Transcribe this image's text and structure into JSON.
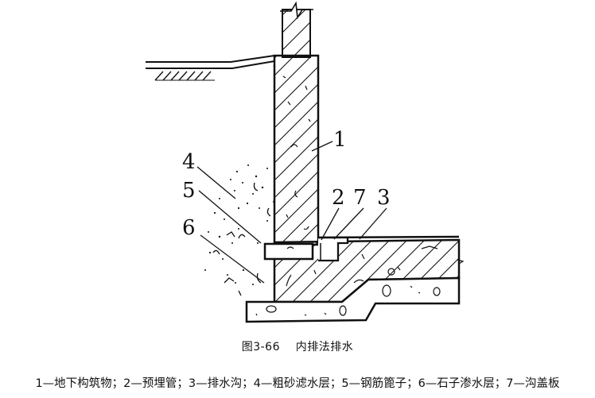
{
  "figure": {
    "number": "图3-66",
    "title": "内排法排水"
  },
  "callouts": [
    "1",
    "2",
    "7",
    "3",
    "4",
    "5",
    "6"
  ],
  "legend_text": "1—地下构筑物；2—预埋管；3—排水沟；4—粗砂滤水层；5—钢筋篦子；6—石子渗水层；7—沟盖板"
}
